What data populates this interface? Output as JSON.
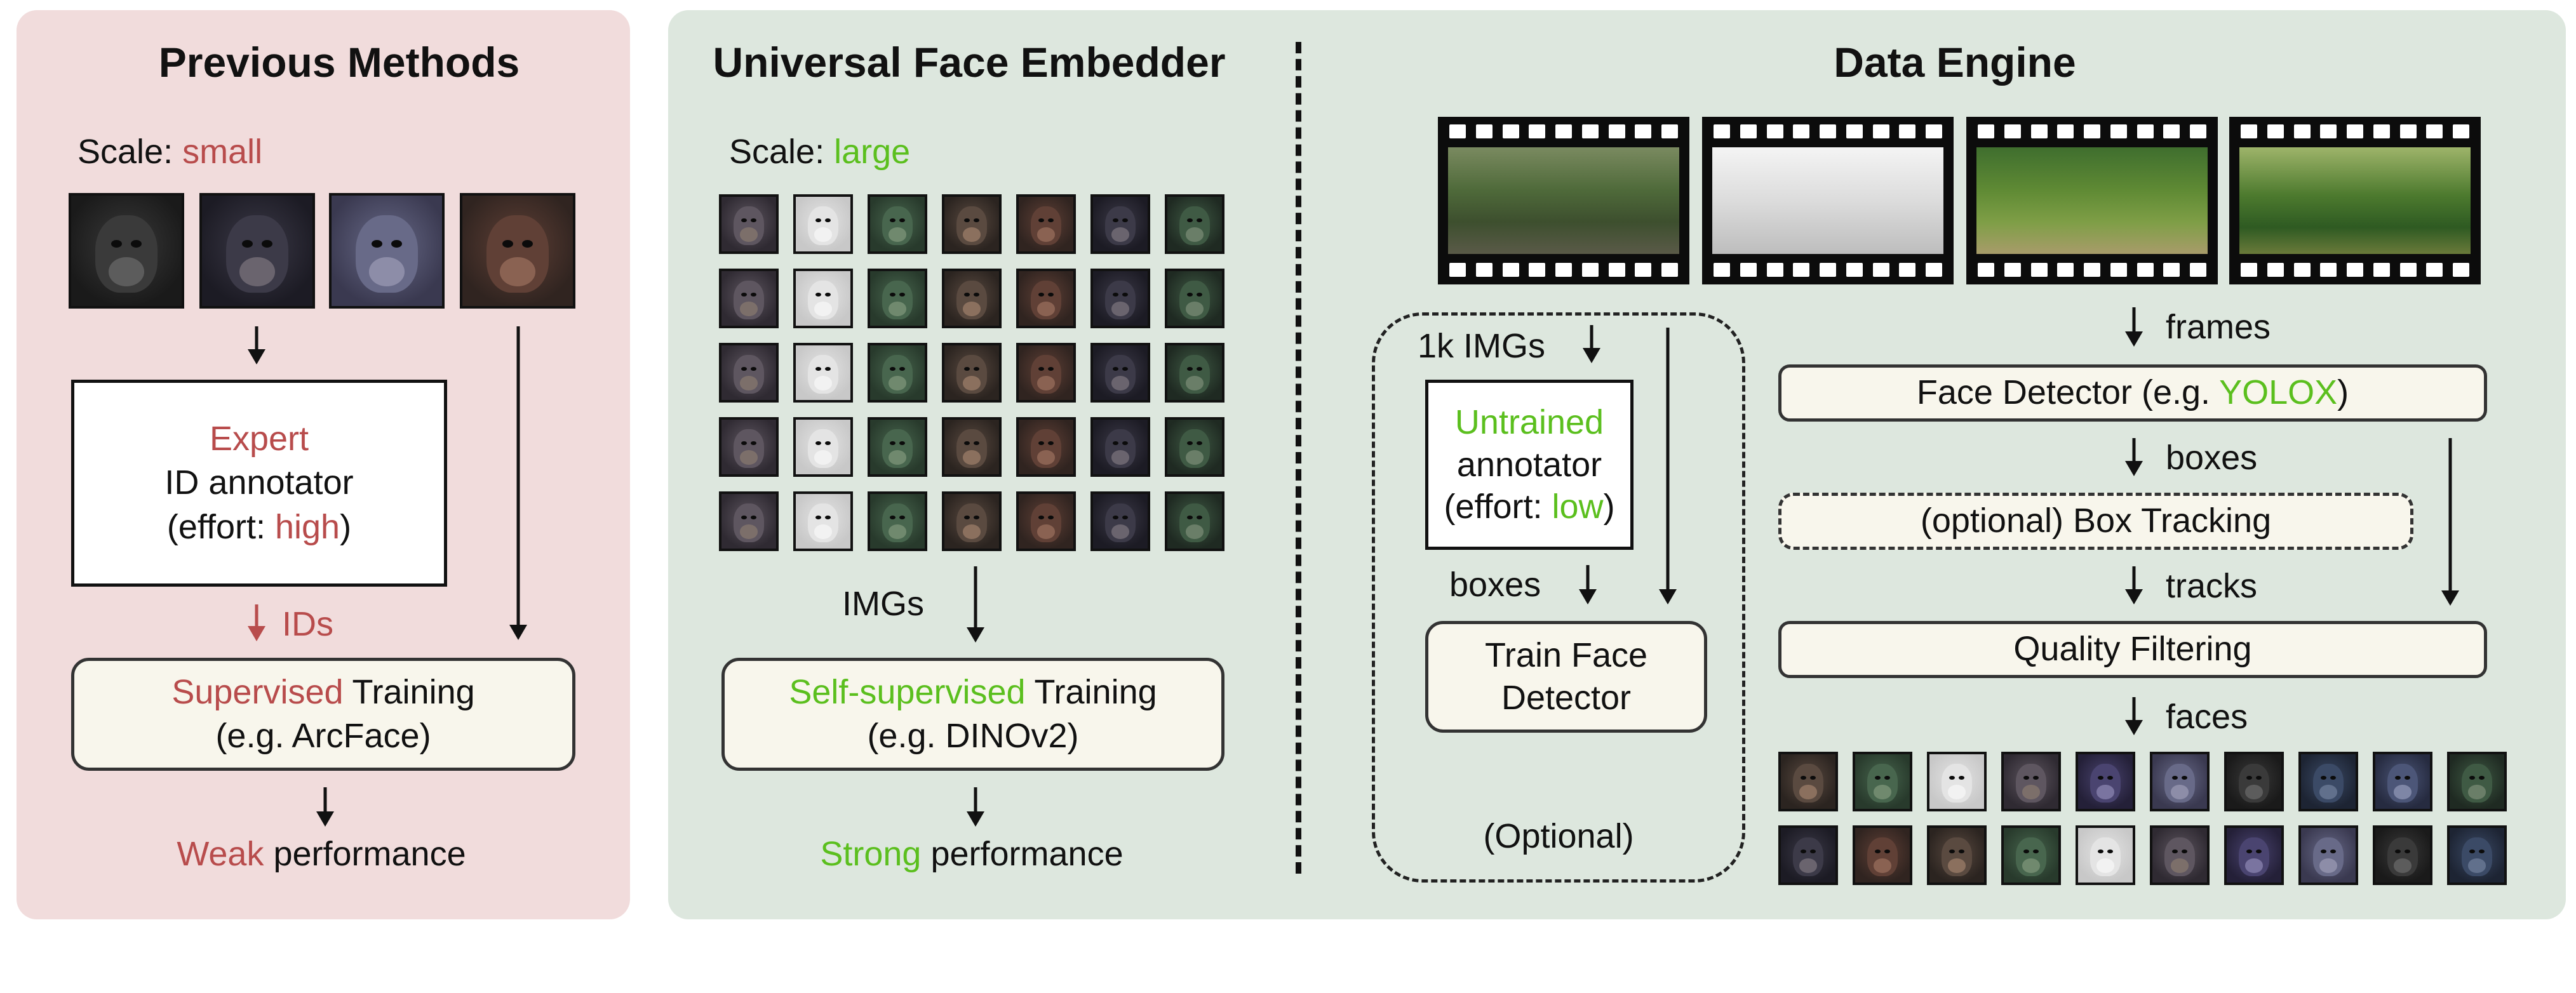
{
  "previous_methods": {
    "title": "Previous Methods",
    "scale_label": "Scale: ",
    "scale_value": "small",
    "annotator": {
      "line1": "Expert",
      "line2": "ID annotator",
      "effort_prefix": "(effort: ",
      "effort_value": "high",
      "effort_suffix": ")"
    },
    "ids_label": "IDs",
    "training": {
      "prefix": "Supervised",
      "suffix": " Training",
      "example": "(e.g. ArcFace)"
    },
    "result": {
      "prefix": "Weak",
      "suffix": " performance"
    }
  },
  "universal_face_embedder": {
    "title": "Universal Face Embedder",
    "scale_label": "Scale: ",
    "scale_value": "large",
    "imgs_label": "IMGs",
    "training": {
      "prefix": "Self-supervised",
      "suffix": " Training",
      "example": "(e.g. DINOv2)"
    },
    "result": {
      "prefix": "Strong",
      "suffix": " performance"
    }
  },
  "data_engine": {
    "title": "Data Engine",
    "input_label": "1k IMGs",
    "annotator": {
      "line1": "Untrained",
      "line2": "annotator",
      "effort_prefix": "(effort: ",
      "effort_value": "low",
      "effort_suffix": ")"
    },
    "boxes_left_label": "boxes",
    "train_detector": {
      "line1": "Train Face",
      "line2": "Detector"
    },
    "optional_label": "(Optional)",
    "frames_label": "frames",
    "face_detector": {
      "prefix": "Face Detector (e.g. ",
      "highlight": "YOLOX",
      "suffix": ")"
    },
    "boxes_label": "boxes",
    "box_tracking": "(optional) Box Tracking",
    "tracks_label": "tracks",
    "quality_filtering": "Quality Filtering",
    "faces_label": "faces"
  },
  "colors": {
    "red": "#b84c4c",
    "green": "#5bbf1e",
    "pink_panel": "#f1dcdc",
    "green_panel": "#dde7de",
    "cream_box": "#f8f6ec"
  }
}
